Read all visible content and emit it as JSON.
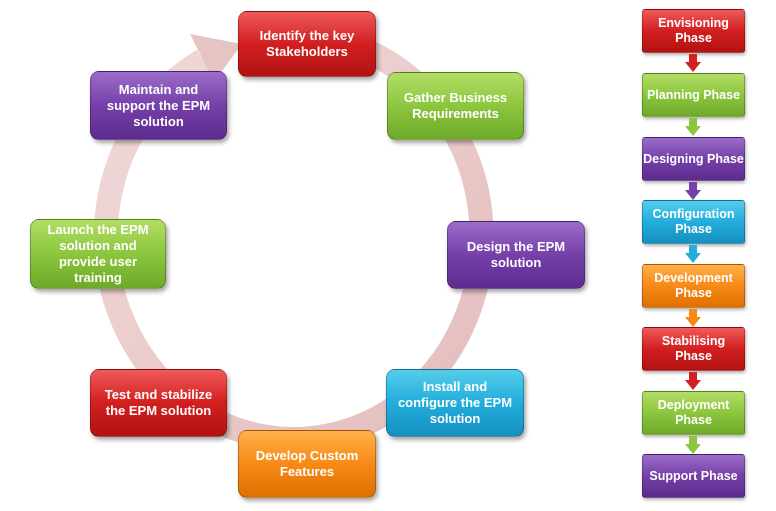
{
  "cycle": {
    "steps": [
      "Identify the key Stakeholders",
      "Gather Business Requirements",
      "Design the EPM solution",
      "Install and configure the EPM solution",
      "Develop Custom Features",
      "Test and stabilize the EPM solution",
      "Launch the EPM solution and provide user training",
      "Maintain and support the EPM solution"
    ],
    "colors": [
      "red",
      "green",
      "purple",
      "cyan",
      "orange",
      "red",
      "green",
      "purple"
    ]
  },
  "phases": {
    "items": [
      "Envisioning Phase",
      "Planning Phase",
      "Designing Phase",
      "Configuration Phase",
      "Development Phase",
      "Stabilising Phase",
      "Deployment Phase",
      "Support Phase"
    ],
    "colors": [
      "red",
      "green",
      "purple",
      "cyan",
      "orange",
      "red",
      "green",
      "purple"
    ]
  },
  "palette": {
    "red": "#d21f1f",
    "green": "#8cc63e",
    "purple": "#7540a8",
    "cyan": "#22addc",
    "orange": "#f78a16",
    "ring": "#e8c8c8"
  }
}
